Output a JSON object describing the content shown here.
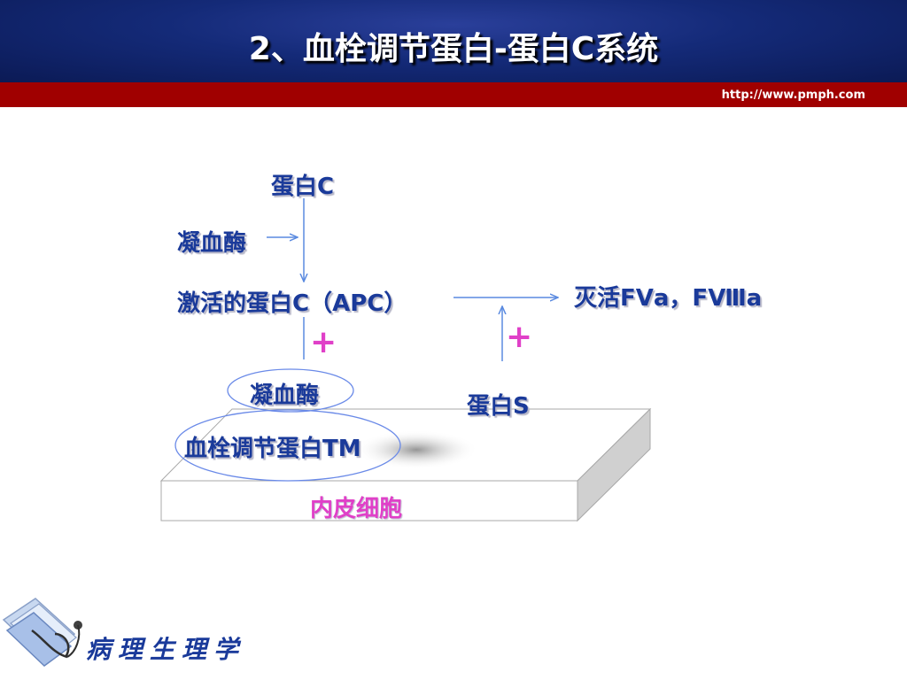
{
  "header": {
    "title": "2、血栓调节蛋白-蛋白C系统",
    "url": "http://www.pmph.com"
  },
  "diagram": {
    "protein_c": "蛋白C",
    "thrombin_top": "凝血酶",
    "apc": "激活的蛋白C（APC）",
    "inactivate": "灭活FⅤa，FⅧa",
    "plus_left": "+",
    "plus_right": "+",
    "thrombin_bottom": "凝血酶",
    "protein_s": "蛋白S",
    "thrombomodulin": "血栓调节蛋白TM",
    "endothelium": "内皮细胞"
  },
  "footer": {
    "text": "病理生理学"
  },
  "colors": {
    "header_bg": "#142a78",
    "red_bar": "#a00000",
    "label_blue": "#1a3a9a",
    "plus_magenta": "#e040c8",
    "arrow_blue": "#5a8ae0"
  }
}
